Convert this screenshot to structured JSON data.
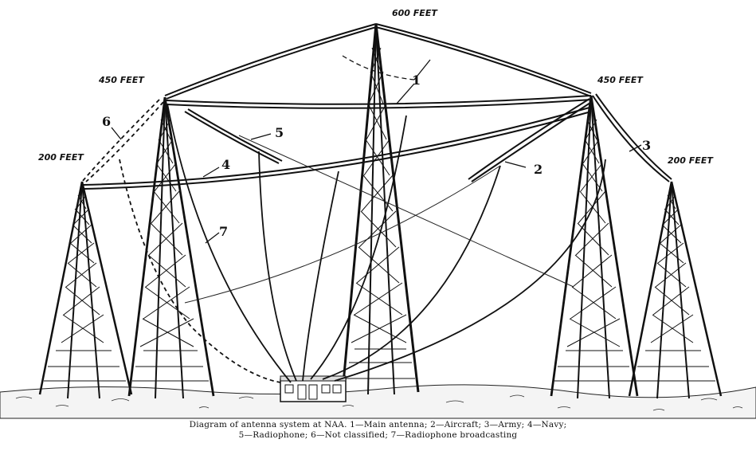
{
  "heights": {
    "center": "600 FEET",
    "left_mid": "450 FEET",
    "right_mid": "450 FEET",
    "left_outer": "200 FEET",
    "right_outer": "200 FEET"
  },
  "callouts": {
    "main": "1",
    "aircraft": "2",
    "army": "3",
    "navy": "4",
    "radiophone": "5",
    "not_classified": "6",
    "broadcasting": "7"
  },
  "caption": {
    "line1": "Diagram of antenna system at NAA.  1—Main antenna; 2—Aircraft; 3—Army; 4—Navy;",
    "line2": "5—Radiophone; 6—Not classified; 7—Radiophone broadcasting"
  }
}
